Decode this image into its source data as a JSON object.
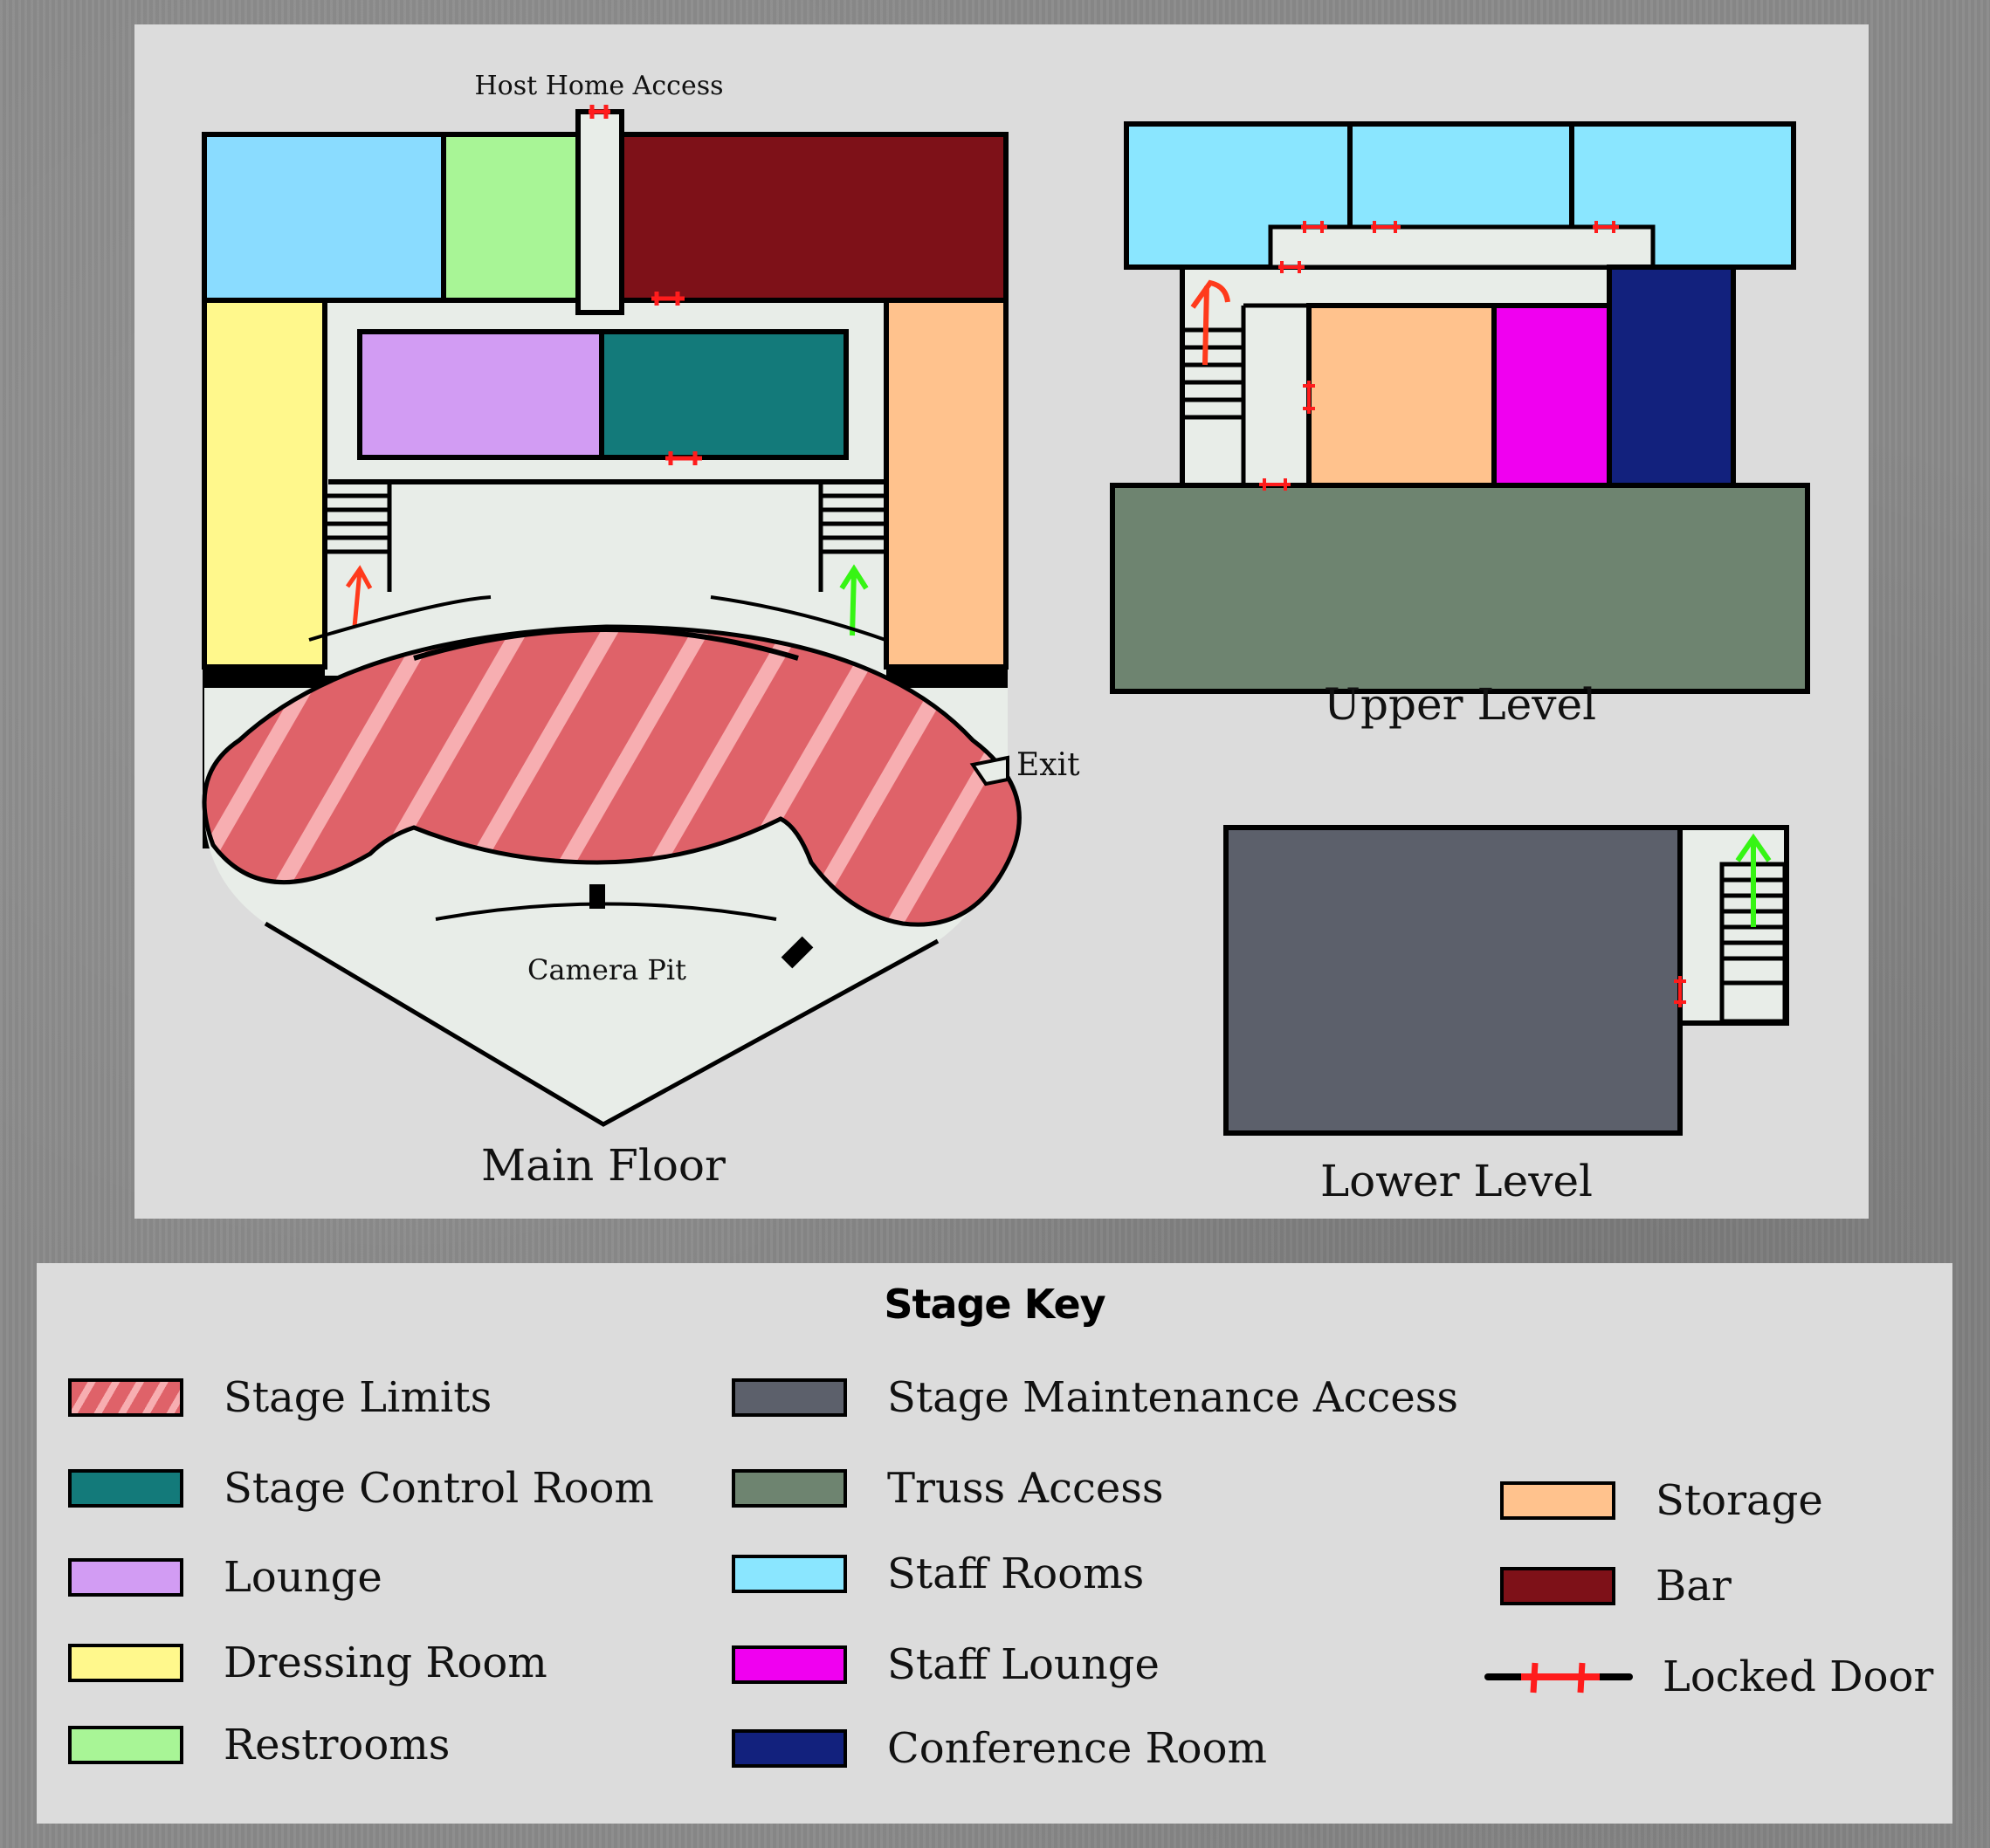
{
  "map": {
    "labels": {
      "host_home_access": "Host Home Access",
      "exit": "Exit",
      "camera_pit": "Camera Pit",
      "main_floor": "Main Floor",
      "upper_level": "Upper Level",
      "lower_level": "Lower Level"
    }
  },
  "key": {
    "title": "Stage Key",
    "items": [
      {
        "label": "Stage Limits",
        "color": "#df6269"
      },
      {
        "label": "Stage Control Room",
        "color": "#137a7a"
      },
      {
        "label": "Lounge",
        "color": "#d29cf3"
      },
      {
        "label": "Dressing Room",
        "color": "#fff88c"
      },
      {
        "label": "Restrooms",
        "color": "#a8f596"
      },
      {
        "label": "Stage Maintenance Access",
        "color": "#5c606b"
      },
      {
        "label": "Truss Access",
        "color": "#6e8470"
      },
      {
        "label": "Staff Rooms",
        "color": "#8ae6ff"
      },
      {
        "label": "Staff Lounge",
        "color": "#f000f0"
      },
      {
        "label": "Conference Room",
        "color": "#12217d"
      },
      {
        "label": "Storage",
        "color": "#ffc28d"
      },
      {
        "label": "Bar",
        "color": "#7e1118"
      },
      {
        "label": "Locked Door",
        "color": "#ff1c1c"
      }
    ]
  }
}
